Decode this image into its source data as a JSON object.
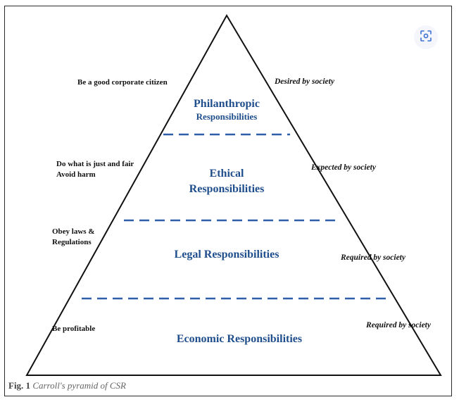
{
  "layers": [
    {
      "title": "Philanthropic",
      "subtitle": "Responsibilities",
      "left_note": "Be a good corporate citizen",
      "right_note": "Desired by society"
    },
    {
      "title": "Ethical",
      "subtitle": "Responsibilities",
      "left_note_1": "Do what is just and fair",
      "left_note_2": "Avoid harm",
      "right_note": "Expected by society"
    },
    {
      "title": "Legal Responsibilities",
      "left_note_1": "Obey laws &",
      "left_note_2": "Regulations",
      "right_note": "Required by society"
    },
    {
      "title": "Economic Responsibilities",
      "left_note": "Be profitable",
      "right_note": "Required by society"
    }
  ],
  "caption": {
    "fig": "Fig. 1",
    "text": "Carroll's pyramid of CSR"
  },
  "colors": {
    "layer_text": "#1f4e8c",
    "dashes": "#2f5fa8",
    "outline": "#111111"
  },
  "icons": {
    "lens": "lens-scan-icon"
  }
}
